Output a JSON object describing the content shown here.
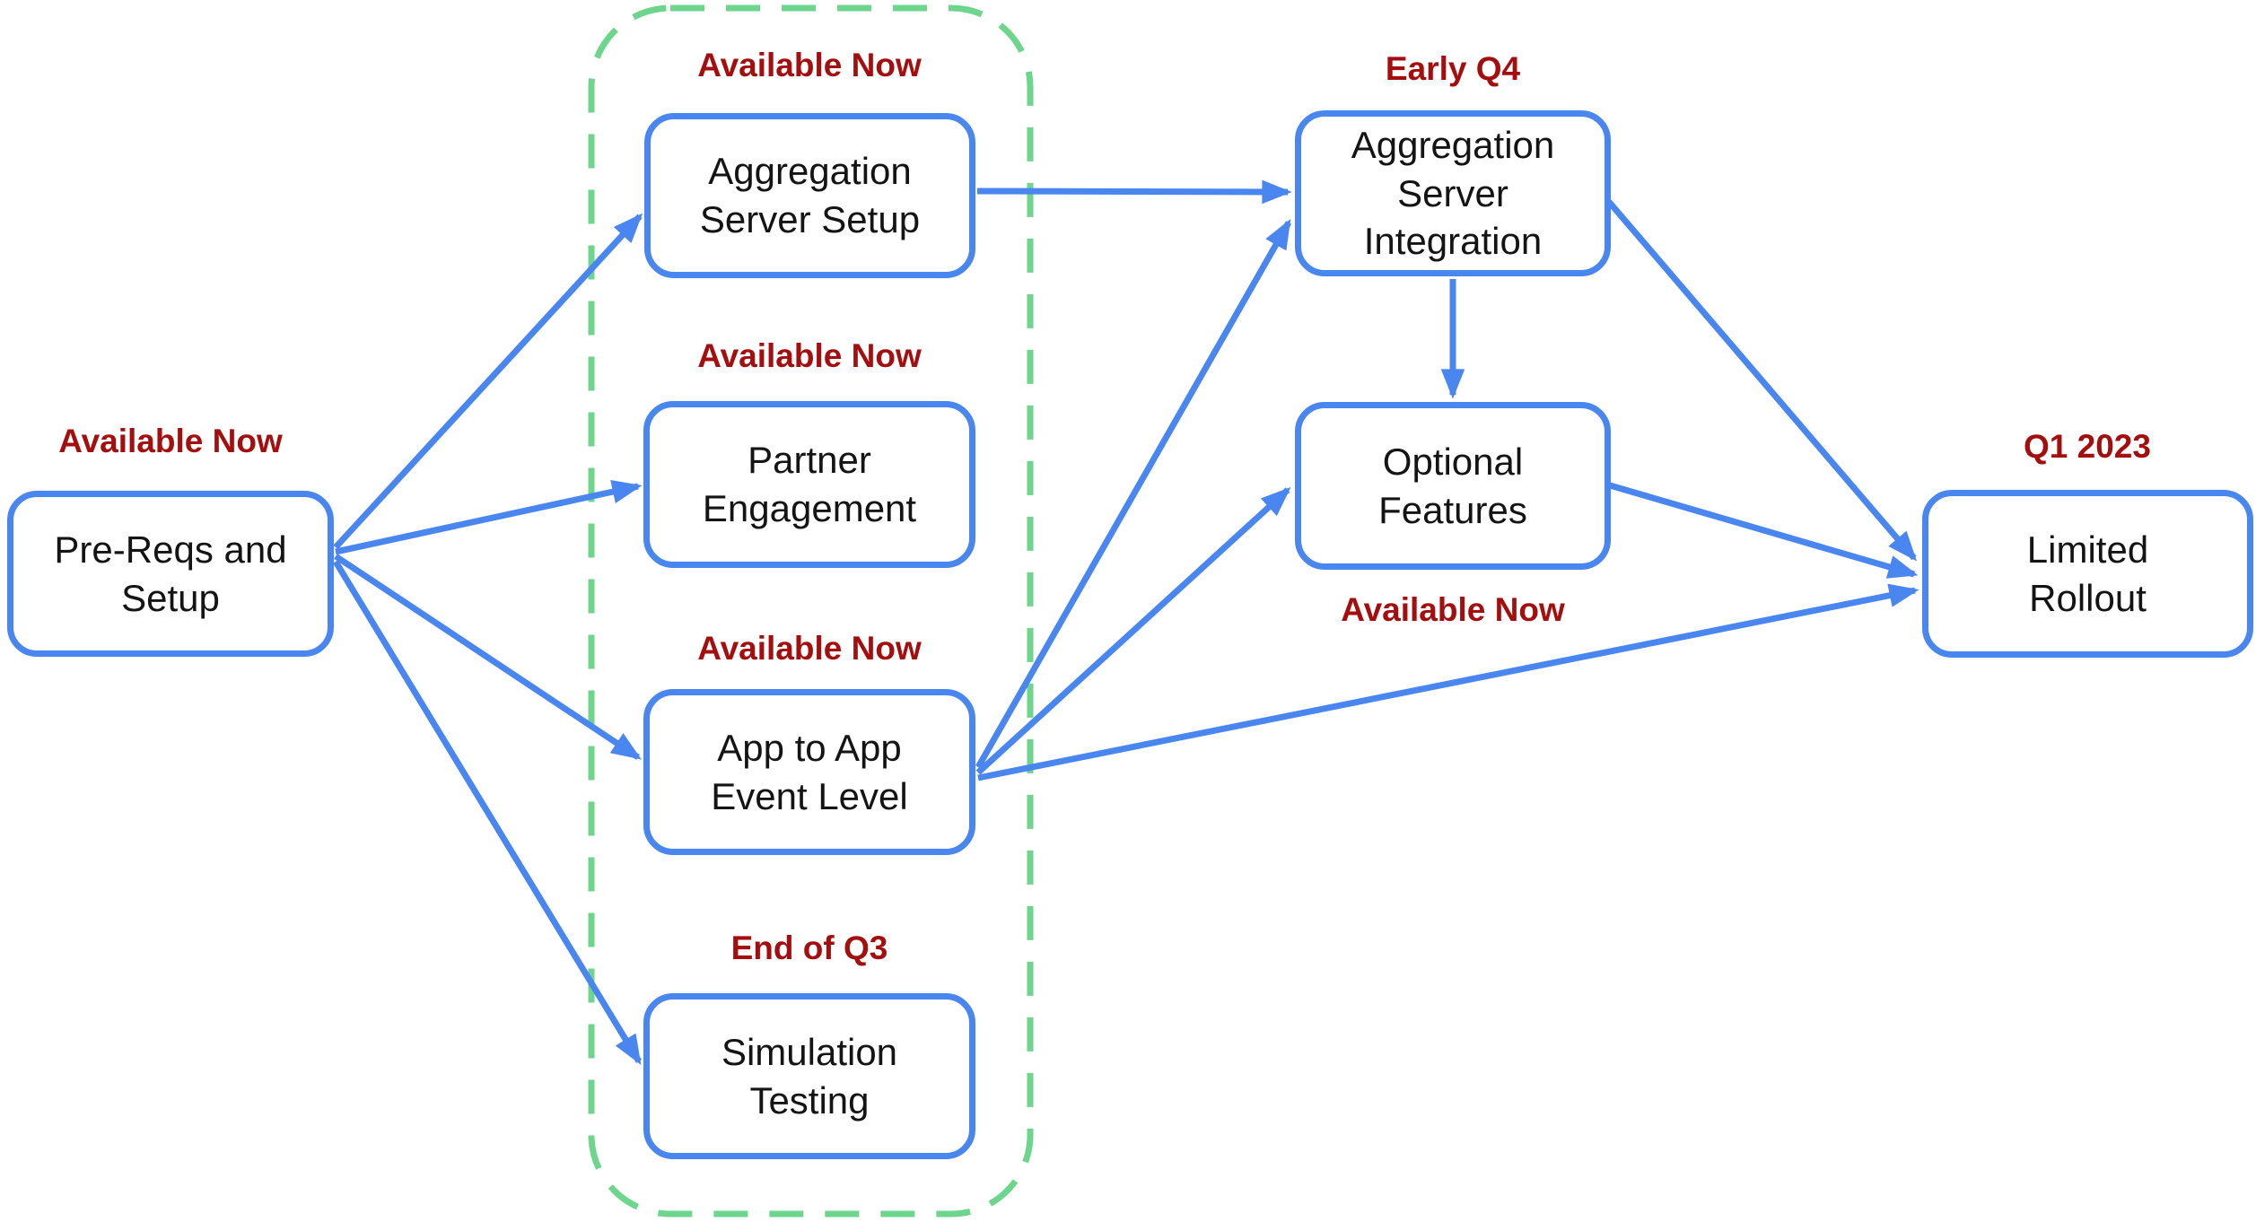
{
  "diagram": {
    "nodes": {
      "pre_reqs": {
        "label": "Pre-Reqs and\nSetup",
        "status": "Available Now"
      },
      "agg_setup": {
        "label": "Aggregation\nServer Setup",
        "status": "Available Now"
      },
      "partner": {
        "label": "Partner\nEngagement",
        "status": "Available Now"
      },
      "app_to_app": {
        "label": "App to App\nEvent Level",
        "status": "Available Now"
      },
      "simulation": {
        "label": "Simulation\nTesting",
        "status": "End of Q3"
      },
      "agg_integration": {
        "label": "Aggregation\nServer\nIntegration",
        "status": "Early Q4"
      },
      "optional": {
        "label": "Optional\nFeatures",
        "status": "Available Now"
      },
      "limited": {
        "label": "Limited\nRollout",
        "status": "Q1 2023"
      }
    },
    "edges": [
      {
        "from": "pre_reqs",
        "to": "agg_setup"
      },
      {
        "from": "pre_reqs",
        "to": "partner"
      },
      {
        "from": "pre_reqs",
        "to": "app_to_app"
      },
      {
        "from": "pre_reqs",
        "to": "simulation"
      },
      {
        "from": "agg_setup",
        "to": "agg_integration"
      },
      {
        "from": "app_to_app",
        "to": "agg_integration"
      },
      {
        "from": "app_to_app",
        "to": "optional"
      },
      {
        "from": "app_to_app",
        "to": "limited"
      },
      {
        "from": "agg_integration",
        "to": "optional"
      },
      {
        "from": "agg_integration",
        "to": "limited"
      },
      {
        "from": "optional",
        "to": "limited"
      }
    ],
    "group": {
      "members": [
        "agg_setup",
        "partner",
        "app_to_app",
        "simulation"
      ]
    },
    "colors": {
      "node_border": "#4a86f0",
      "arrow": "#4a86f0",
      "status_text": "#a50e0e",
      "node_text": "#141414",
      "group_border": "#6dd58c",
      "background": "#ffffff"
    }
  }
}
